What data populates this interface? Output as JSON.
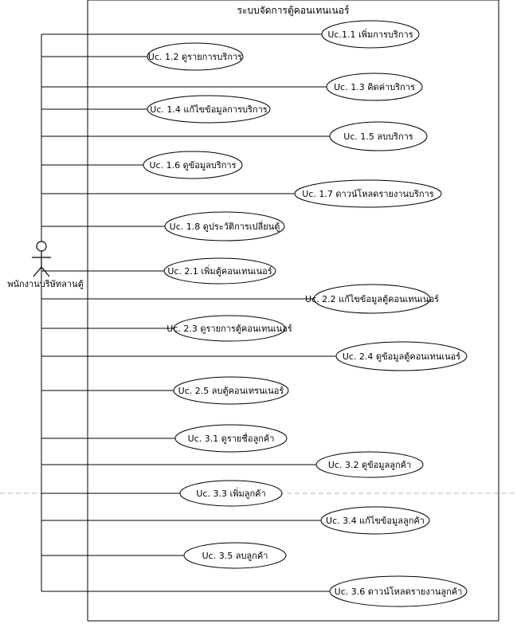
{
  "system": {
    "title": "ระบบจัดการตู้คอนเทนเนอร์"
  },
  "actor": {
    "name": "พนักงานบริษัทลานตู้"
  },
  "use_cases": [
    "Uc.1.1 เพิ่มการบริการ",
    "Uc. 1.2 ดูรายการบริการ",
    "Uc. 1.3 คิดค่าบริการ",
    "Uc. 1.4 แก้ไขข้อมูลการบริการ",
    "Uc. 1.5 ลบบริการ",
    "Uc. 1.6 ดูข้อมูลบริการ",
    "Uc. 1.7 ดาวน์โหลดรายงานบริการ",
    "Uc. 1.8 ดูประวัติการเปลี่ยนตู้",
    "Uc. 2.1 เพิ่มตู้คอนเทนเนอร์",
    "Uc. 2.2 แก้ไขข้อมูลตู้คอนเทนเนอร์",
    "Uc. 2.3 ดูรายการตู้คอนเทนเนอร์",
    "Uc. 2.4 ดูข้อมูลตู้คอนเทนเนอร์",
    "Uc. 2.5 ลบตู้คอนเทรนเนอร์",
    "Uc. 3.1 ดูรายชื่อลูกค้า",
    "Uc. 3.2 ดูข้อมูลลูกค้า",
    "Uc. 3.3 เพิ่มลูกค้า",
    "Uc. 3.4 แก้ไขข้อมูลลูกค้า",
    "Uc. 3.5 ลบลูกค้า",
    "Uc. 3.6 ดาวน์โหลดรายงานลูกค้า"
  ]
}
